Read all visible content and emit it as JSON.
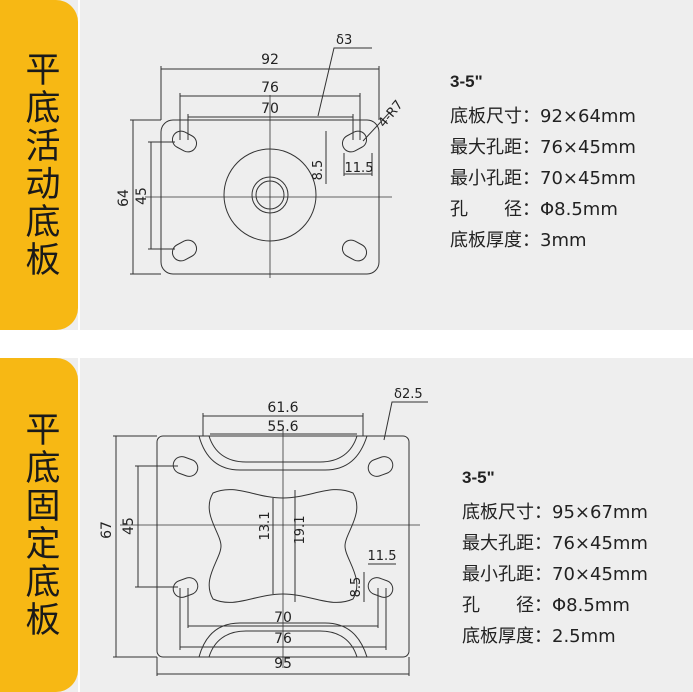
{
  "panels": [
    {
      "tab_label": "平底活动底板",
      "specs": {
        "title": "3-5\"",
        "rows": [
          {
            "label": "底板尺寸：",
            "value": "92×64mm"
          },
          {
            "label": "最大孔距：",
            "value": "76×45mm"
          },
          {
            "label": "最小孔距：",
            "value": "70×45mm"
          },
          {
            "label": "孔　　径：",
            "value": "Φ8.5mm"
          },
          {
            "label": "底板厚度：",
            "value": "3mm"
          }
        ]
      },
      "drawing": {
        "overall_width": "92",
        "max_spacing_w": "76",
        "min_spacing_w": "70",
        "thickness": "δ3",
        "hole_callout": "4-R7",
        "overall_height": "64",
        "hole_spacing_h": "45",
        "slot_width": "8.5",
        "slot_length": "11.5"
      }
    },
    {
      "tab_label": "平底固定底板",
      "specs": {
        "title": "3-5\"",
        "rows": [
          {
            "label": "底板尺寸：",
            "value": "95×67mm"
          },
          {
            "label": "最大孔距：",
            "value": "76×45mm"
          },
          {
            "label": "最小孔距：",
            "value": "70×45mm"
          },
          {
            "label": "孔　　径：",
            "value": "Φ8.5mm"
          },
          {
            "label": "底板厚度：",
            "value": "2.5mm"
          }
        ]
      },
      "drawing": {
        "top_outer_width": "61.6",
        "top_inner_width": "55.6",
        "thickness": "δ2.5",
        "overall_height": "67",
        "hole_spacing_h": "45",
        "web_inner": "13.1",
        "web_outer": "19.1",
        "slot_length": "11.5",
        "slot_width": "8.5",
        "min_spacing_w": "70",
        "max_spacing_w": "76",
        "overall_width": "95"
      }
    }
  ]
}
